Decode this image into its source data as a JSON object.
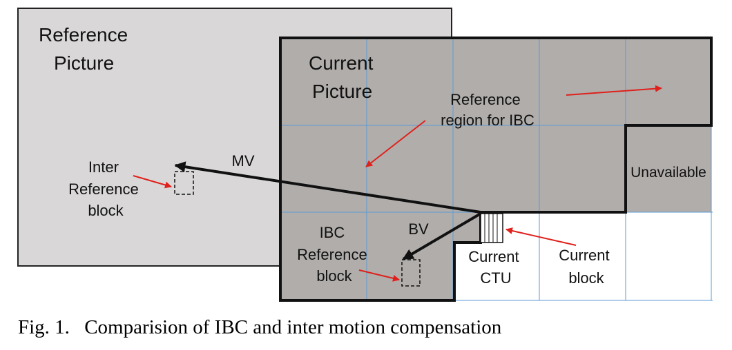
{
  "diagram": {
    "reference_picture_label": [
      "Reference",
      "Picture"
    ],
    "current_picture_label": [
      "Current",
      "Picture"
    ],
    "reference_region_label": [
      "Reference",
      "region for IBC"
    ],
    "unavailable_label": "Unavailable",
    "inter_reference_block_label": [
      "Inter",
      "Reference",
      "block"
    ],
    "mv_label": "MV",
    "ibc_reference_block_label": [
      "IBC",
      "Reference",
      "block"
    ],
    "bv_label": "BV",
    "current_ctu_label": [
      "Current",
      "CTU"
    ],
    "current_block_label": [
      "Current",
      "block"
    ]
  },
  "caption": {
    "number": "Fig. 1.",
    "text": "Comparision of IBC and inter motion compensation"
  },
  "colors": {
    "reference_picture_fill": "#d9d7d7",
    "current_picture_fill": "#b0adab",
    "grid_line": "#5b9bd5",
    "arrow_red": "#e0201b",
    "outline": "#111111"
  }
}
